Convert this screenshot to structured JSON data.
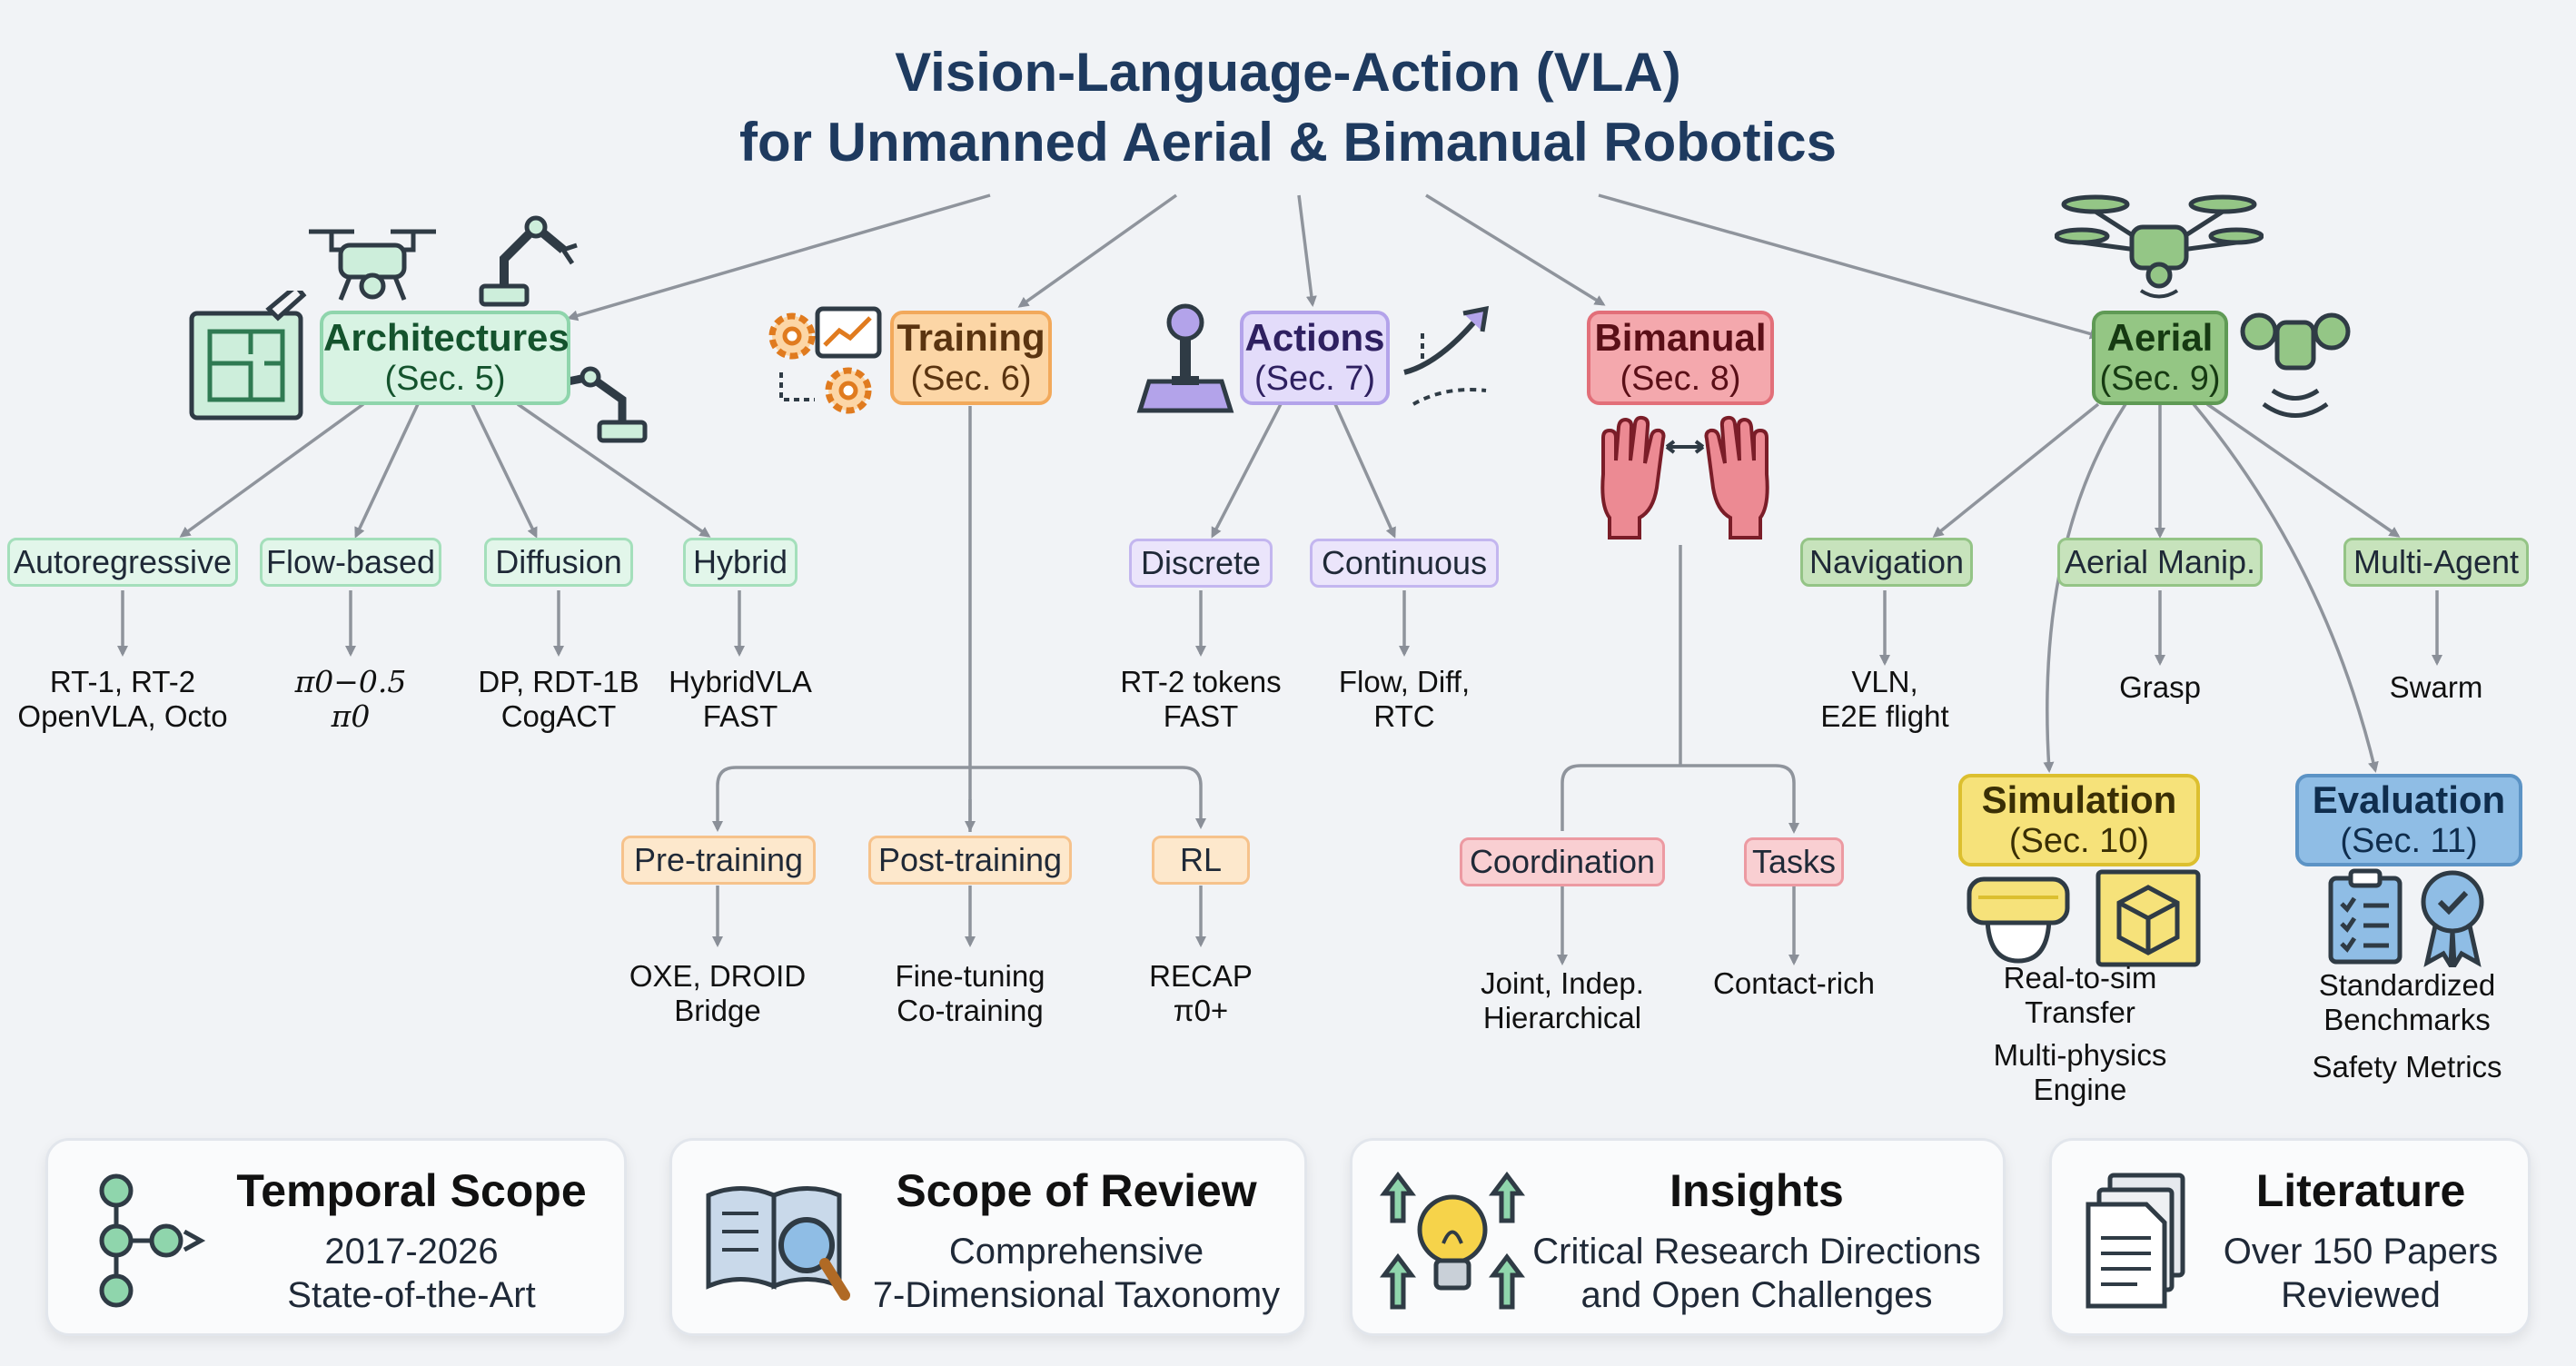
{
  "title": {
    "line1": "Vision-Language-Action (VLA)",
    "line2": "for Unmanned Aerial & Bimanual Robotics"
  },
  "sections": {
    "architectures": {
      "name": "Architectures",
      "sec": "(Sec. 5)",
      "color": "#d8f3e3",
      "children": [
        {
          "label": "Autoregressive",
          "examples": "RT-1, RT-2\nOpenVLA, Octo"
        },
        {
          "label": "Flow-based",
          "examples": "π0−0.5\nπ0"
        },
        {
          "label": "Diffusion",
          "examples": "DP, RDT-1B\nCogACT"
        },
        {
          "label": "Hybrid",
          "examples": "HybridVLA\nFAST"
        }
      ]
    },
    "training": {
      "name": "Training",
      "sec": "(Sec. 6)",
      "color": "#fcd6a6",
      "children": [
        {
          "label": "Pre-training",
          "examples": "OXE, DROID\nBridge"
        },
        {
          "label": "Post-training",
          "examples": "Fine-tuning\nCo-training"
        },
        {
          "label": "RL",
          "examples": "RECAP\nπ0+"
        }
      ]
    },
    "actions": {
      "name": "Actions",
      "sec": "(Sec. 7)",
      "color": "#e3dcfa",
      "children": [
        {
          "label": "Discrete",
          "examples": "RT-2 tokens\nFAST"
        },
        {
          "label": "Continuous",
          "examples": "Flow, Diff,\nRTC"
        }
      ]
    },
    "bimanual": {
      "name": "Bimanual",
      "sec": "(Sec. 8)",
      "color": "#f4a8ad",
      "children": [
        {
          "label": "Coordination",
          "examples": "Joint, Indep.\nHierarchical"
        },
        {
          "label": "Tasks",
          "examples": "Contact-rich"
        }
      ]
    },
    "aerial": {
      "name": "Aerial",
      "sec": "(Sec. 9)",
      "color": "#94c686",
      "children": [
        {
          "label": "Navigation",
          "examples": "VLN,\nE2E flight"
        },
        {
          "label": "Aerial Manip.",
          "examples": "Grasp"
        },
        {
          "label": "Multi-Agent",
          "examples": "Swarm"
        }
      ]
    },
    "simulation": {
      "name": "Simulation",
      "sec": "(Sec. 10)",
      "color": "#f6e27a",
      "examples": [
        "Real-to-sim\nTransfer",
        "Multi-physics\nEngine"
      ]
    },
    "evaluation": {
      "name": "Evaluation",
      "sec": "(Sec. 11)",
      "color": "#8fbde5",
      "examples": [
        "Standardized\nBenchmarks",
        "Safety Metrics"
      ]
    }
  },
  "cards": [
    {
      "title": "Temporal Scope",
      "lines": [
        "2017-2026",
        "State-of-the-Art"
      ],
      "icon": "timeline-icon"
    },
    {
      "title": "Scope of Review",
      "lines": [
        "Comprehensive",
        "7-Dimensional Taxonomy"
      ],
      "icon": "book-magnifier-icon"
    },
    {
      "title": "Insights",
      "lines": [
        "Critical Research Directions",
        "and Open Challenges"
      ],
      "icon": "lightbulb-arrows-icon"
    },
    {
      "title": "Literature",
      "lines": [
        "Over 150 Papers",
        "Reviewed"
      ],
      "icon": "documents-icon"
    }
  ]
}
